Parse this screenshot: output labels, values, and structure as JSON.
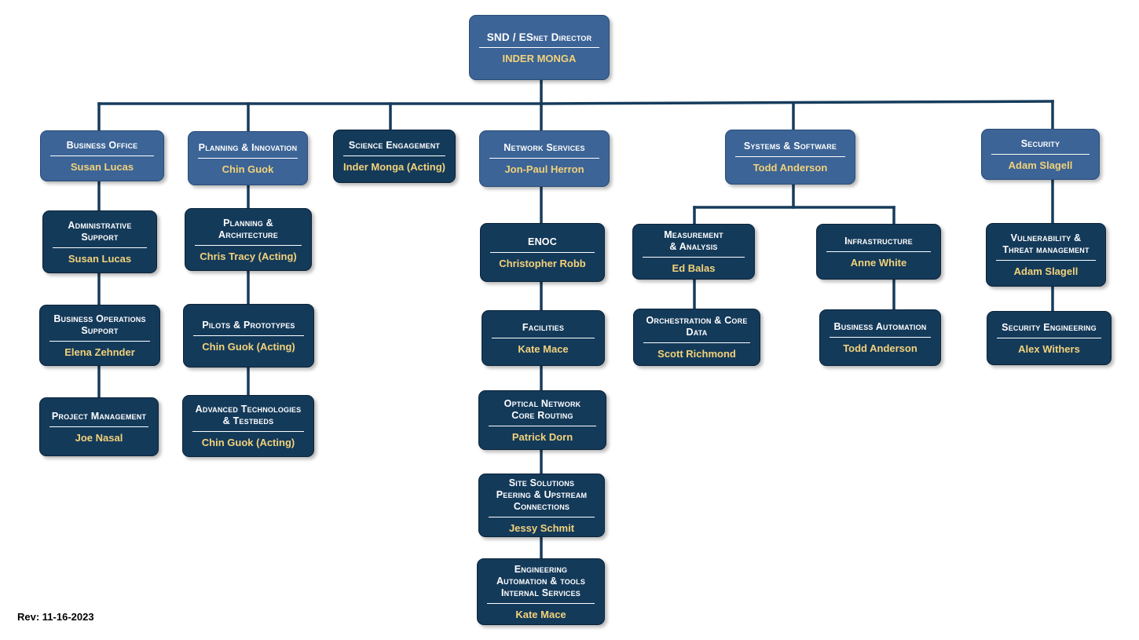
{
  "director": {
    "title": "SND / ESnet Director",
    "person": "INDER MONGA"
  },
  "divisions": [
    {
      "id": "business-office",
      "title": "Business Office",
      "person": "Susan Lucas",
      "units": [
        {
          "title": "Administrative\nSupport",
          "person": "Susan Lucas"
        },
        {
          "title": "Business Operations\nSupport",
          "person": "Elena Zehnder"
        },
        {
          "title": "Project Management",
          "person": "Joe Nasal"
        }
      ]
    },
    {
      "id": "planning-innovation",
      "title": "Planning & Innovation",
      "person": "Chin Guok",
      "units": [
        {
          "title": "Planning &\nArchitecture",
          "person": "Chris Tracy (Acting)"
        },
        {
          "title": "Pilots & Prototypes",
          "person": "Chin Guok (Acting)"
        },
        {
          "title": "Advanced Technologies\n& Testbeds",
          "person": "Chin Guok (Acting)"
        }
      ]
    },
    {
      "id": "science-engagement",
      "title": "Science Engagement",
      "person": "Inder Monga (Acting)",
      "units": []
    },
    {
      "id": "network-services",
      "title": "Network Services",
      "person": "Jon-Paul Herron",
      "units": [
        {
          "title": "ENOC",
          "person": "Christopher Robb"
        },
        {
          "title": "Facilities",
          "person": "Kate Mace"
        },
        {
          "title": "Optical Network\nCore Routing",
          "person": "Patrick Dorn"
        },
        {
          "title": "Site Solutions\nPeering & Upstream\nConnections",
          "person": "Jessy Schmit"
        },
        {
          "title": "Engineering\nAutomation & tools\nInternal Services",
          "person": "Kate Mace"
        }
      ]
    },
    {
      "id": "systems-software",
      "title": "Systems & Software",
      "person": "Todd Anderson",
      "units": [
        {
          "title": "Measurement\n& Analysis",
          "person": "Ed Balas"
        },
        {
          "title": "Orchestration & Core\nData",
          "person": "Scott Richmond"
        },
        {
          "title": "Infrastructure",
          "person": "Anne White"
        },
        {
          "title": "Business Automation",
          "person": "Todd Anderson"
        }
      ]
    },
    {
      "id": "security",
      "title": "Security",
      "person": "Adam Slagell",
      "units": [
        {
          "title": "Vulnerability &\nThreat management",
          "person": "Adam Slagell"
        },
        {
          "title": "Security Engineering",
          "person": "Alex Withers"
        }
      ]
    }
  ],
  "revision": "Rev: 11-16-2023",
  "colors": {
    "division_fill": "#3c6496",
    "unit_fill": "#143a5a",
    "person_text": "#f2d27a",
    "line": "#163c5c"
  }
}
